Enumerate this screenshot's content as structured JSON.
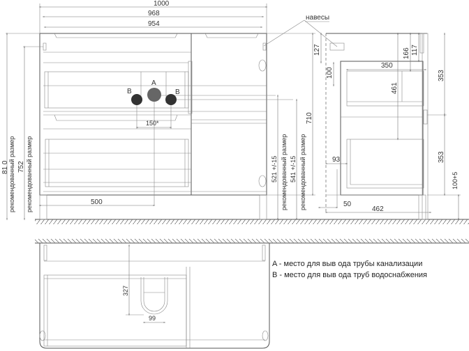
{
  "labels": {
    "hinges": "навесы",
    "pipe_a": "A",
    "pipe_b": "B",
    "recommended": "рекомендованный размер"
  },
  "dimensions": {
    "w1000": "1000",
    "w968": "968",
    "w954": "954",
    "h810": "81 0",
    "h752": "752",
    "pipe_spacing": "150*",
    "d500": "500",
    "h521": "521 +/-15",
    "h541": "541 +/-15",
    "h710": "710",
    "s127": "127",
    "s100": "100",
    "s350": "350",
    "s461": "461",
    "s166": "166",
    "s117": "117",
    "s353a": "353",
    "s353b": "353",
    "s100_5": "100+5",
    "s93": "93",
    "s50": "50",
    "s462": "462",
    "b327": "327",
    "b99": "99"
  },
  "legend": {
    "a": "A - место для выв ода трубы канализации",
    "b": "B - место для выв ода труб водоснабжения"
  },
  "colors": {
    "pipe_a": "#666666",
    "pipe_b": "#333333"
  }
}
